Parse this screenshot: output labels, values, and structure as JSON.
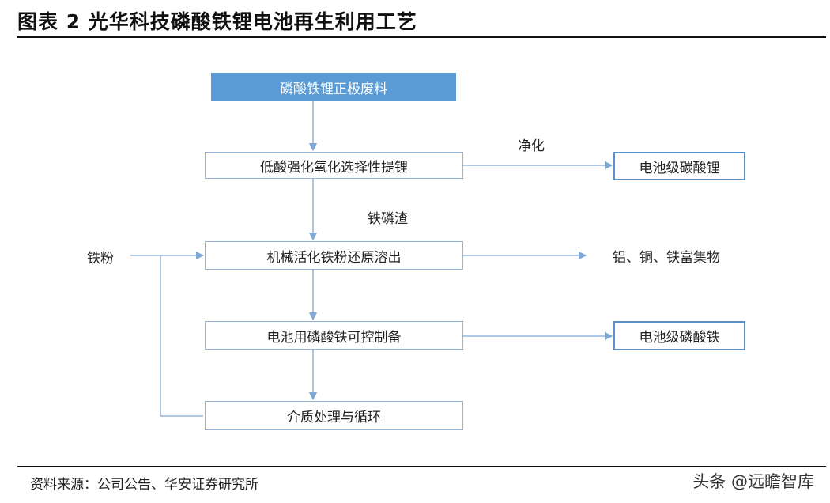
{
  "title": "图表 2  光华科技磷酸铁锂电池再生利用工艺",
  "nodes": {
    "source": "磷酸铁锂正极废料",
    "step1": "低酸强化氧化选择性提锂",
    "step2": "机械活化铁粉还原溶出",
    "step3": "电池用磷酸铁可控制备",
    "step4": "介质处理与循环",
    "out1": "电池级碳酸锂",
    "out2": "铝、铜、铁富集物",
    "out3": "电池级磷酸铁"
  },
  "labels": {
    "purify": "净化",
    "residue": "铁磷渣",
    "iron_powder": "铁粉"
  },
  "footer": {
    "source": "资料来源：公司公告、华安证券研究所",
    "watermark": "头条 @远瞻智库"
  },
  "colors": {
    "header_fill": "#5b9bd5",
    "box_border": "#8fb3da",
    "output_border": "#5b8fc7",
    "arrow": "#7fa8d6"
  }
}
